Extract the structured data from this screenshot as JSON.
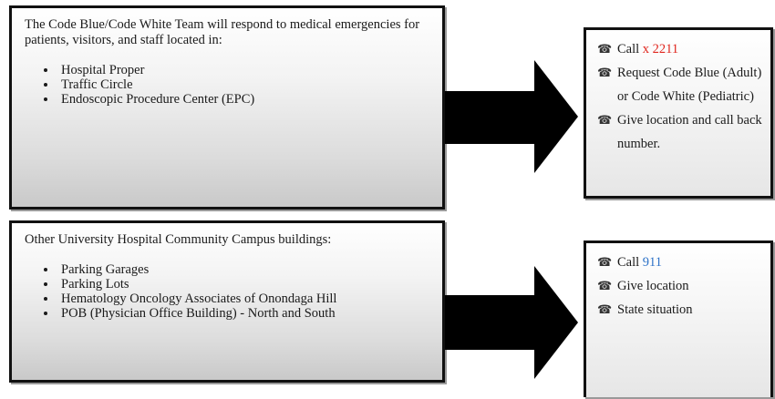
{
  "top_section": {
    "intro": "The Code Blue/Code White Team will respond to medical emergencies for patients, visitors, and staff located in:",
    "locations": [
      "Hospital Proper",
      "Traffic Circle",
      "Endoscopic Procedure Center (EPC)"
    ],
    "actions": {
      "call_prefix": "Call ",
      "call_number": "x 2211",
      "request": "Request Code Blue (Adult) or Code White (Pediatric)",
      "give": "Give location and call back number."
    }
  },
  "bottom_section": {
    "intro": "Other University Hospital Community Campus buildings:",
    "locations": [
      "Parking Garages",
      "Parking Lots",
      "Hematology Oncology Associates of Onondaga Hill",
      "POB (Physician Office Building) - North and South"
    ],
    "actions": {
      "call_prefix": "Call ",
      "call_number": "911",
      "give": "Give location",
      "state": "State situation"
    }
  },
  "icons": {
    "phone": "phone-icon"
  },
  "colors": {
    "emergency_number": "#e0261e",
    "outside_number": "#2f73c8",
    "arrow": "#000000"
  }
}
